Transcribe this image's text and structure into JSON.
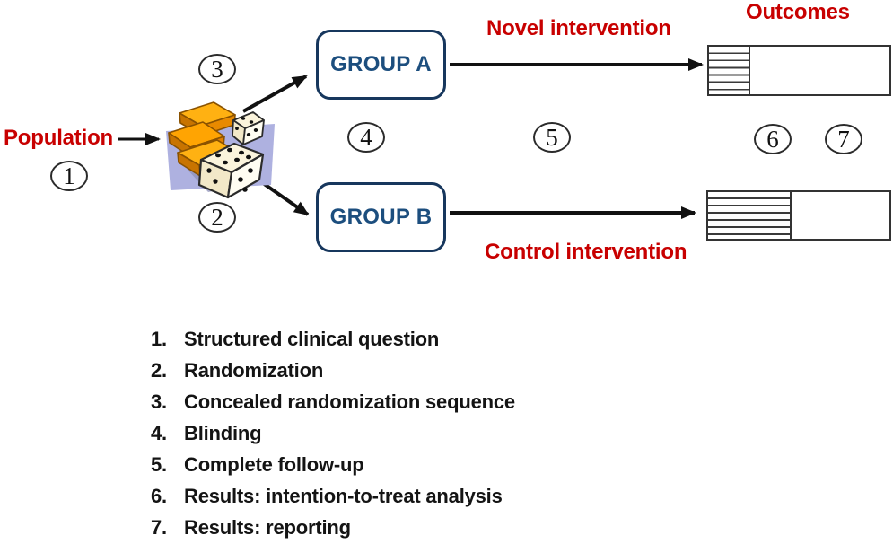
{
  "colors": {
    "label_red": "#C80000",
    "group_blue": "#1C4E7E",
    "box_border": "#17375D"
  },
  "diagram": {
    "population_label": "Population",
    "outcomes_label": "Outcomes",
    "novel_intervention_label": "Novel intervention",
    "control_intervention_label": "Control intervention",
    "group_a_label": "GROUP A",
    "group_b_label": "GROUP B",
    "randomizer_icon": "gold-bars-and-dice",
    "step_markers": [
      "1",
      "2",
      "3",
      "4",
      "5",
      "6",
      "7"
    ]
  },
  "legend": {
    "items": [
      {
        "num": "1.",
        "text": "Structured clinical question"
      },
      {
        "num": "2.",
        "text": "Randomization"
      },
      {
        "num": "3.",
        "text": "Concealed randomization sequence"
      },
      {
        "num": "4.",
        "text": "Blinding"
      },
      {
        "num": "5.",
        "text": "Complete follow-up"
      },
      {
        "num": "6.",
        "text": "Results: intention-to-treat analysis"
      },
      {
        "num": "7.",
        "text": "Results: reporting"
      }
    ]
  }
}
